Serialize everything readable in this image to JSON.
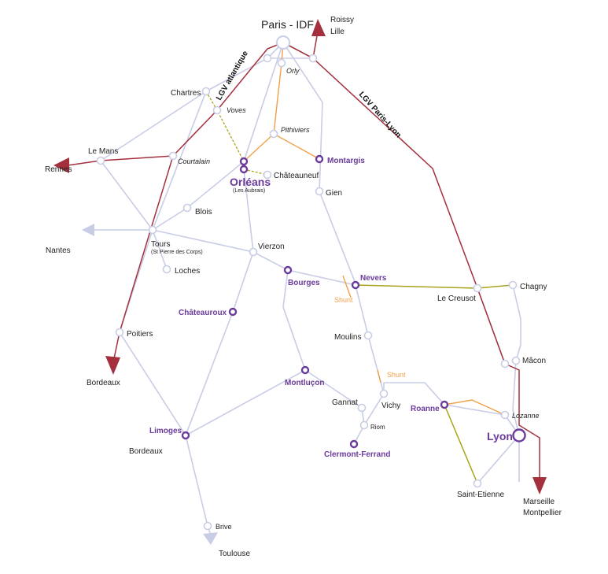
{
  "colors": {
    "network": "#c8cde6",
    "lgv": "#a3303c",
    "orange": "#f0a04a",
    "olive": "#a8a21a",
    "purple": "#6a3b9a",
    "node": "#c8cde6"
  },
  "lines": {
    "lgv_atlantique": "LGV atlantique",
    "lgv_paris_lyon": "LGV Paris-Lyon",
    "shunt": "Shunt"
  },
  "stations": {
    "paris": "Paris - IDF",
    "roissy": "Roissy",
    "lille": "Lille",
    "orly": "Orly",
    "chartres": "Chartres",
    "voves": "Voves",
    "pithiviers": "Pithiviers",
    "montargis": "Montargis",
    "le_mans": "Le Mans",
    "courtalain": "Courtalain",
    "rennes": "Rennes",
    "orleans": "Orléans",
    "orleans_sub": "(Les Aubrais)",
    "chateauneuf": "Châteauneuf",
    "gien": "Gien",
    "blois": "Blois",
    "tours": "Tours",
    "tours_sub": "(St Pierre des Corps)",
    "nantes": "Nantes",
    "loches": "Loches",
    "vierzon": "Vierzon",
    "bourges": "Bourges",
    "nevers": "Nevers",
    "le_creusot": "Le Creusot",
    "chagny": "Chagny",
    "chateauroux": "Châteauroux",
    "poitiers": "Poitiers",
    "bordeaux": "Bordeaux",
    "moulins": "Moulins",
    "macon": "Mâcon",
    "montlucon": "Montluçon",
    "gannat": "Gannat",
    "vichy": "Vichy",
    "roanne": "Roanne",
    "lozanne": "Lozanne",
    "riom": "Riom",
    "lyon": "Lyon",
    "limoges": "Limoges",
    "bordeaux2": "Bordeaux",
    "clermont": "Clermont-Ferrand",
    "saint_etienne": "Saint-Etienne",
    "marseille": "Marseille",
    "montpellier": "Montpellier",
    "brive": "Brive",
    "toulouse": "Toulouse"
  }
}
